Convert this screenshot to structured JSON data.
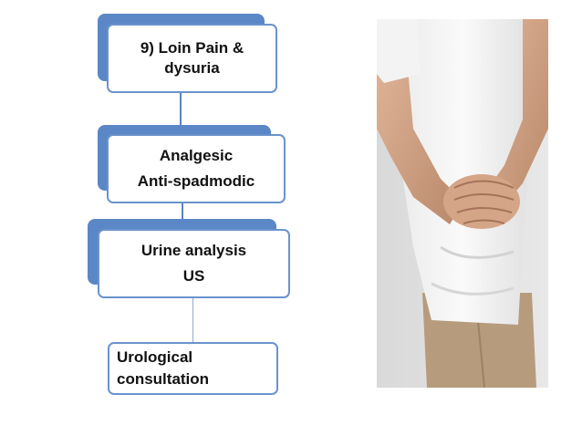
{
  "flowchart": {
    "step1": {
      "line1": "9) Loin Pain &",
      "line2": "dysuria"
    },
    "step2": {
      "line1": "Analgesic",
      "line2": "Anti-spadmodic"
    },
    "step3": {
      "line1": "Urine analysis",
      "line2": "US"
    },
    "step4": {
      "line1": "Urological",
      "line2": "consultation"
    }
  },
  "colors": {
    "accent": "#5b87c6",
    "border": "#6a93cc",
    "text": "#111111"
  },
  "image": {
    "subject": "person-holding-abdomen-photo"
  }
}
